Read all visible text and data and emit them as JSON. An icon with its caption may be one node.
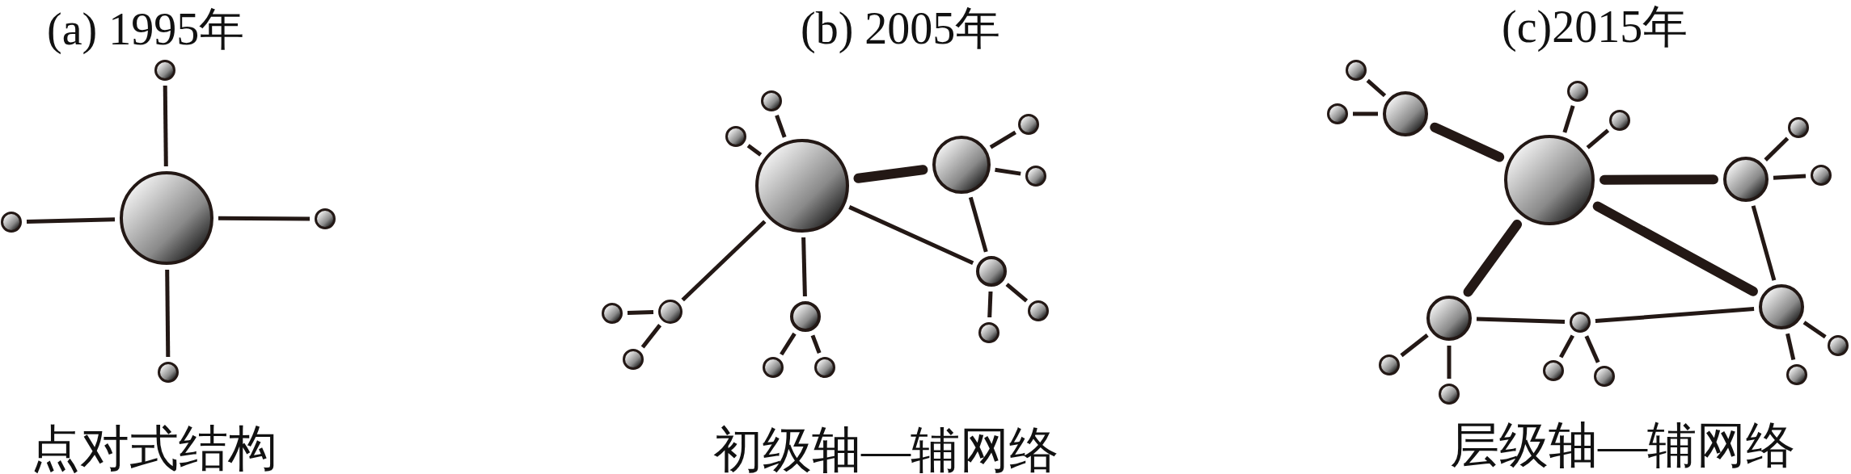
{
  "diagram": {
    "nodes": [
      {
        "text": [],
        "shape": "circle"
      },
      {
        "text": [],
        "shape": "circle"
      },
      {
        "text": [],
        "shape": "circle"
      },
      {
        "text": [],
        "shape": "circle"
      },
      {
        "text": [],
        "shape": "circle"
      },
      {
        "text": [],
        "shape": "circle"
      },
      {
        "text": [],
        "shape": "circle"
      },
      {
        "text": [],
        "shape": "circle"
      },
      {
        "text": [],
        "shape": "circle"
      },
      {
        "text": [],
        "shape": "circle"
      },
      {
        "text": [],
        "shape": "circle"
      },
      {
        "text": [],
        "shape": "circle"
      },
      {
        "text": [],
        "shape": "circle"
      },
      {
        "text": [],
        "shape": "circle"
      },
      {
        "text": [],
        "shape": "circle"
      },
      {
        "text": [],
        "shape": "circle"
      },
      {
        "text": [],
        "shape": "circle"
      },
      {
        "text": [],
        "shape": "circle"
      },
      {
        "text": [],
        "shape": "circle"
      },
      {
        "text": [],
        "shape": "circle"
      },
      {
        "text": [],
        "shape": "circle"
      },
      {
        "text": [],
        "shape": "circle"
      },
      {
        "text": [],
        "shape": "circle"
      },
      {
        "text": [],
        "shape": "circle"
      },
      {
        "text": [],
        "shape": "circle"
      },
      {
        "text": [],
        "shape": "circle"
      },
      {
        "text": [],
        "shape": "circle"
      },
      {
        "text": [],
        "shape": "circle"
      },
      {
        "text": [],
        "shape": "circle"
      },
      {
        "text": [],
        "shape": "circle"
      },
      {
        "text": [],
        "shape": "circle"
      },
      {
        "text": [],
        "shape": "circle"
      },
      {
        "text": [],
        "shape": "circle"
      },
      {
        "text": [],
        "shape": "circle"
      },
      {
        "text": [],
        "shape": "circle"
      },
      {
        "text": [],
        "shape": "circle"
      },
      {
        "text": [],
        "shape": "circle"
      },
      {
        "text": [],
        "shape": "circle"
      }
    ],
    "edges": [
      {
        "from": 2,
        "to": 0,
        "arrow": "none"
      },
      {
        "from": 2,
        "to": 1,
        "arrow": "none"
      },
      {
        "from": 2,
        "to": 3,
        "arrow": "none"
      },
      {
        "from": 2,
        "to": 4,
        "arrow": "none"
      },
      {
        "from": 10,
        "to": 8,
        "arrow": "none",
        "style": "thick"
      },
      {
        "from": 10,
        "to": 11,
        "arrow": "none"
      },
      {
        "from": 8,
        "to": 11,
        "arrow": "none"
      },
      {
        "from": 10,
        "to": 13,
        "arrow": "none"
      },
      {
        "from": 10,
        "to": 15,
        "arrow": "none"
      },
      {
        "from": 10,
        "to": 5,
        "arrow": "none"
      },
      {
        "from": 10,
        "to": 7,
        "arrow": "none"
      },
      {
        "from": 8,
        "to": 6,
        "arrow": "none"
      },
      {
        "from": 8,
        "to": 9,
        "arrow": "none"
      },
      {
        "from": 11,
        "to": 12,
        "arrow": "none"
      },
      {
        "from": 11,
        "to": 16,
        "arrow": "none"
      },
      {
        "from": 13,
        "to": 14,
        "arrow": "none"
      },
      {
        "from": 13,
        "to": 17,
        "arrow": "none"
      },
      {
        "from": 15,
        "to": 18,
        "arrow": "none"
      },
      {
        "from": 15,
        "to": 19,
        "arrow": "none"
      },
      {
        "from": 28,
        "to": 22,
        "arrow": "none",
        "style": "thick"
      },
      {
        "from": 28,
        "to": 27,
        "arrow": "none",
        "style": "thick"
      },
      {
        "from": 28,
        "to": 29,
        "arrow": "none",
        "style": "thick"
      },
      {
        "from": 28,
        "to": 30,
        "arrow": "none",
        "style": "thick"
      },
      {
        "from": 27,
        "to": 29,
        "arrow": "none"
      },
      {
        "from": 30,
        "to": 31,
        "arrow": "none"
      },
      {
        "from": 31,
        "to": 29,
        "arrow": "none"
      },
      {
        "from": 22,
        "to": 20,
        "arrow": "none"
      },
      {
        "from": 22,
        "to": 23,
        "arrow": "none"
      },
      {
        "from": 28,
        "to": 21,
        "arrow": "none"
      },
      {
        "from": 28,
        "to": 24,
        "arrow": "none"
      },
      {
        "from": 27,
        "to": 25,
        "arrow": "none"
      },
      {
        "from": 27,
        "to": 26,
        "arrow": "none"
      },
      {
        "from": 29,
        "to": 32,
        "arrow": "none"
      },
      {
        "from": 29,
        "to": 35,
        "arrow": "none"
      },
      {
        "from": 30,
        "to": 33,
        "arrow": "none"
      },
      {
        "from": 30,
        "to": 37,
        "arrow": "none"
      },
      {
        "from": 31,
        "to": 34,
        "arrow": "none"
      },
      {
        "from": 31,
        "to": 36,
        "arrow": "none"
      }
    ],
    "labels": [
      "(a) 1995年",
      "(b) 2005年",
      "(c)2015年",
      "点对式结构",
      "初级轴—辅网络",
      "层级轴—辅网络"
    ]
  }
}
